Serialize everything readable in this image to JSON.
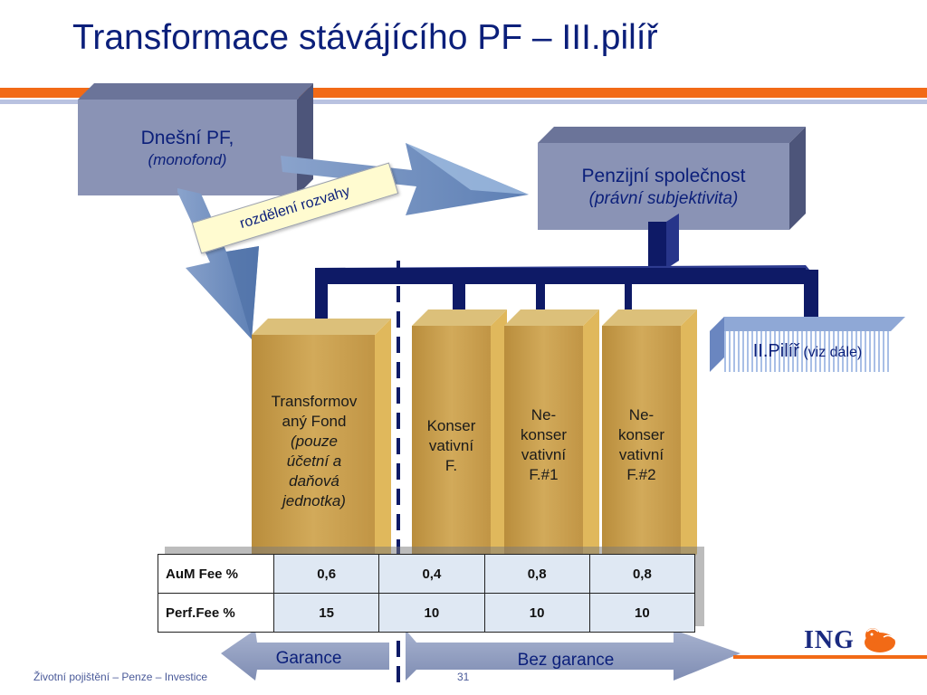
{
  "title": "Transformace stávájícího PF – III.pilíř",
  "colors": {
    "navy": "#0b1f7a",
    "orange": "#f26a16",
    "gold": "#c8a050",
    "slate": "#8592b8",
    "arrow_blue": "#6f95c2"
  },
  "boxes": {
    "dnesni_pf": {
      "line1": "Dnešní PF,",
      "line2": "(monofond)"
    },
    "penzijni": {
      "line1": "Penzijní společnost",
      "line2": "(právní subjektivita)"
    },
    "ii_pilir": {
      "main": "II.Pilíř",
      "sub": "(viz dále)"
    }
  },
  "split_note": "rozdělení rozvahy",
  "funds": [
    {
      "lines": [
        "Transformov",
        "aný Fond"
      ],
      "italic_lines": [
        "(pouze",
        "účetní a",
        "daňová",
        "jednotka)"
      ]
    },
    {
      "lines": [
        "Konser",
        "vativní",
        "F."
      ],
      "italic_lines": []
    },
    {
      "lines": [
        "Ne-",
        "konser",
        "vativní",
        "F.#1"
      ],
      "italic_lines": []
    },
    {
      "lines": [
        "Ne-",
        "konser",
        "vativní",
        "F.#2"
      ],
      "italic_lines": []
    }
  ],
  "fees_table": {
    "rows": [
      {
        "label": "AuM Fee %",
        "values": [
          "0,6",
          "0,4",
          "0,8",
          "0,8"
        ]
      },
      {
        "label": "Perf.Fee %",
        "values": [
          "15",
          "10",
          "10",
          "10"
        ]
      }
    ]
  },
  "arrows": {
    "left": "Garance",
    "right": "Bez garance"
  },
  "logo": {
    "text": "ING",
    "icon": "lion-icon"
  },
  "footer": {
    "left": "Životní pojištění – Penze – Investice",
    "page_number": "31"
  }
}
